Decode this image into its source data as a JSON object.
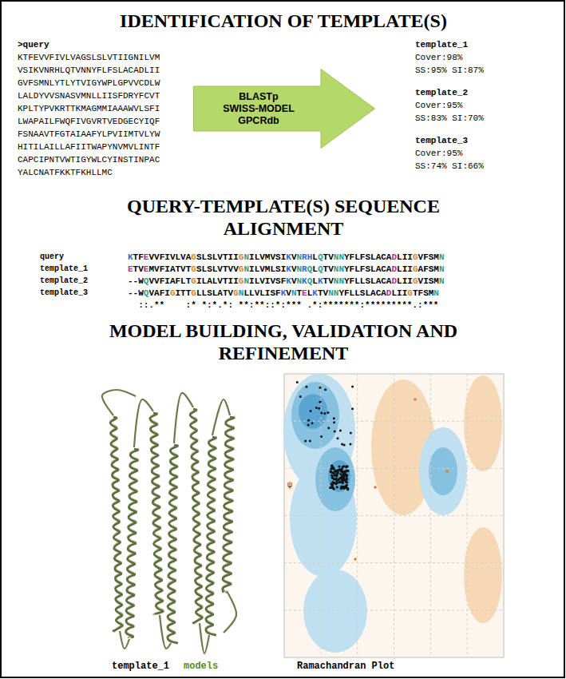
{
  "diagram": {
    "nodes": [
      {
        "text": [
          "BLASTp",
          "SWISS-MODEL",
          "GPCRdb"
        ]
      }
    ],
    "labels": [
      "IDENTIFICATION OF TEMPLATE(S)",
      ">query",
      "KTFEVVFIVLVAGSLSLVTIIGNILVM VSIKVNRHLQTVNNYFLFSLACADLII GVFSMNLYTLYTVIGYWPLGPVVCDLW LALDYVVSNASVMNLLIISFDRYFCVT KPLTYPVKRTTKMAGMMIAAAWVLSFI LWAPAILFWQFIVGVRTVEDGECYIQF FSNAAVTFGTAIAAFYLPVIIMTVLYW HITILAILLAFIITWAPYNVMVLINTF CAPCIPNTVWTIGYWLCYINSTINPAC YALCNATFKKTFKHLLMC",
      "template_1",
      "Cover:98%",
      "SS:95% SI:87%",
      "template_2",
      "Cover:95%",
      "SS:83% SI:70%",
      "template_3",
      "Cover:95%",
      "SS:74% SI:66%",
      "QUERY-TEMPLATE(S) SEQUENCE ALIGNMENT",
      "query",
      "KTFEVVFIVLVAGSLSLVTIIGNILVMVSIKVNRHLQTVNNYFLFSLACADLIIGVFSMN",
      "template_1",
      "ETVEMVFIATVTGSLSLVTVVGNILVMLSIKVNRQLQTVNNYFLFSLACADLIIGAFSMN",
      "template_2",
      "--WQVVFIAFLTGILALVTIIGNILVIVSFKVNKQLKTVNNYFLLSLACADLIIGVISMN",
      "template_3",
      "--WQVAFIGITTGLLSLATVGNLLVLISFKVNTELKTVNNYFLLSLACADLIIGTFSMN",
      "  ::.**    :* *:*.*: **:**::*:*** .*:*******:*********.:***",
      "MODEL BUILDING, VALIDATION AND REFINEMENT",
      "template_1",
      "models",
      "Ramachandran Plot",
      "ψ"
    ]
  }
}
